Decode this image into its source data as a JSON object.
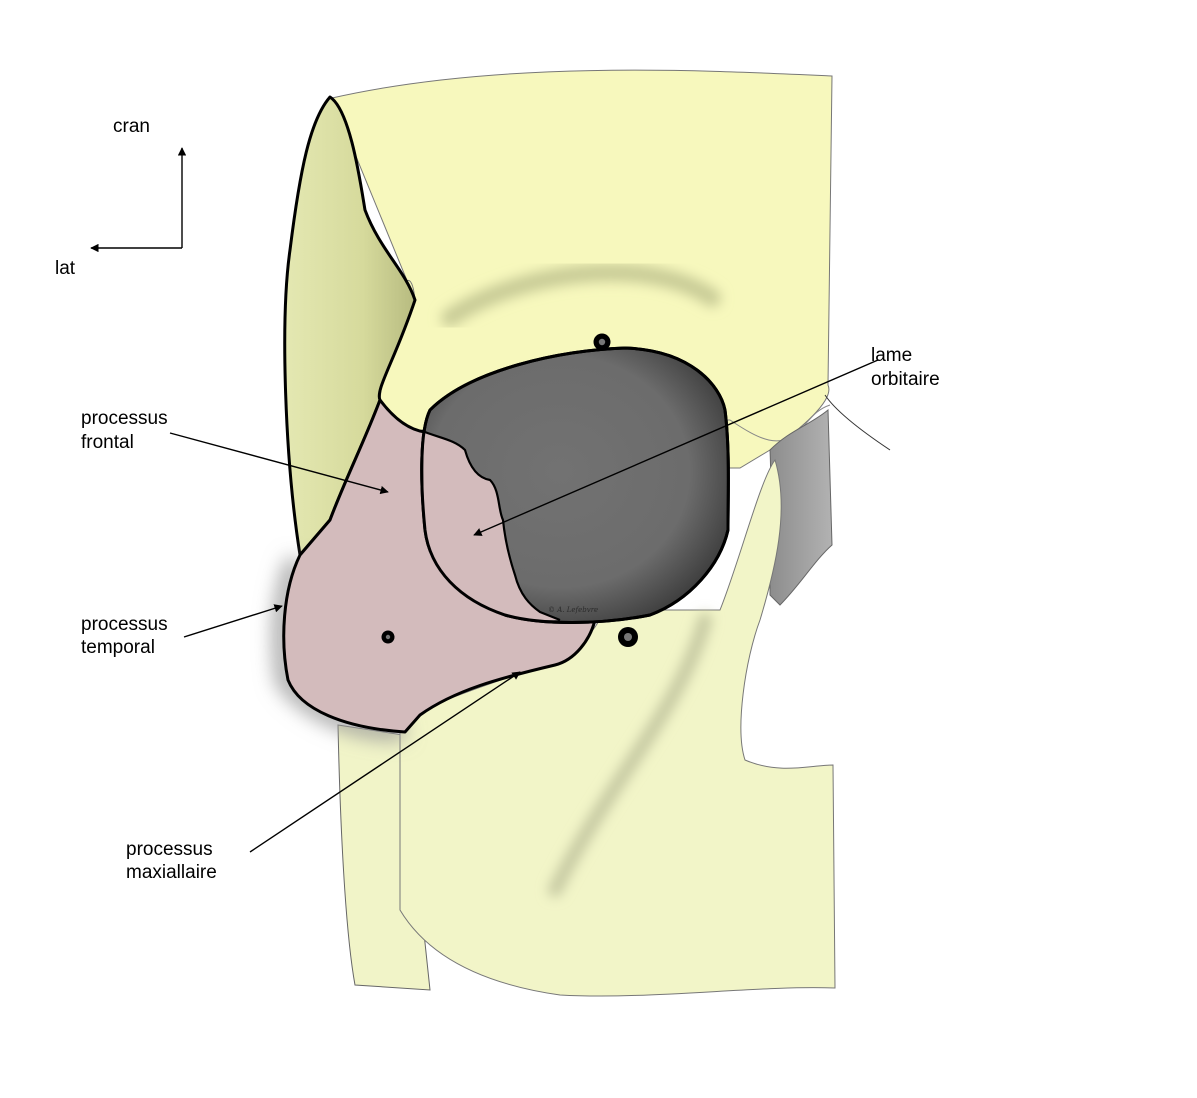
{
  "orientation": {
    "cran": "cran",
    "lat": "lat"
  },
  "labels": {
    "lame_orbitaire_1": "lame",
    "lame_orbitaire_2": "orbitaire",
    "processus_frontal_1": "processus",
    "processus_frontal_2": "frontal",
    "processus_temporal_1": "processus",
    "processus_temporal_2": "temporal",
    "processus_maxillaire_1": "processus",
    "processus_maxillaire_2": "maxiallaire"
  },
  "signature": "© A. Lefebvre",
  "colors": {
    "bone": "#f2f5c8",
    "bone_upper": "#f7f8bd",
    "zygoma": "#d3bbbc",
    "orbit": "#6e6e6e",
    "lateral_rim": "#d8dca0",
    "nasal_gray": "#a0a0a0"
  }
}
